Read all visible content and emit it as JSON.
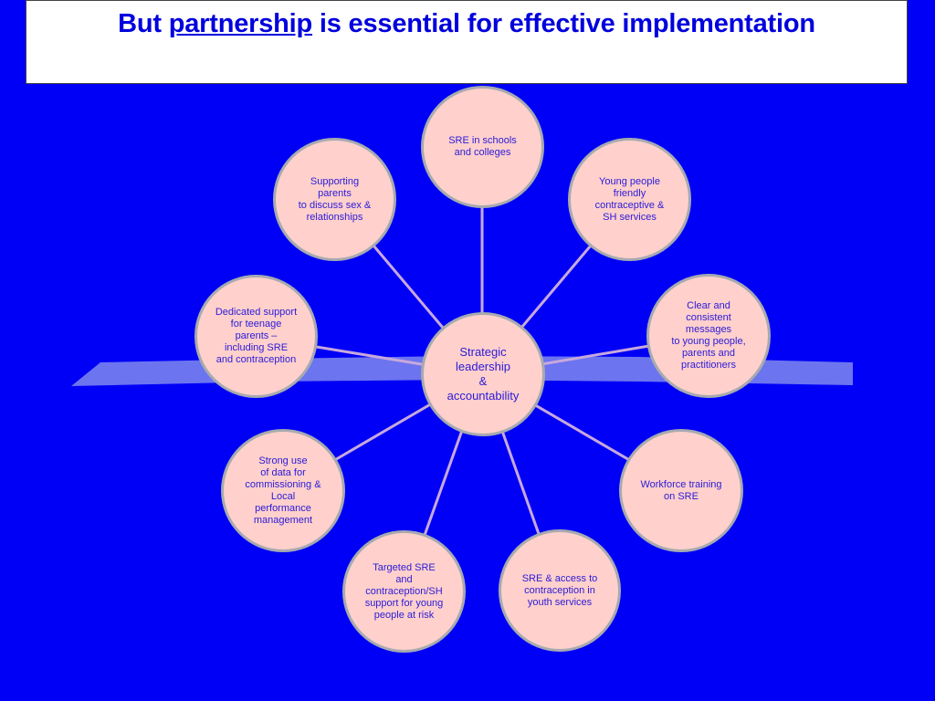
{
  "slide": {
    "title_prefix": "But ",
    "title_emphasis": "partnership",
    "title_suffix": " is essential for effective implementation"
  },
  "colors": {
    "background": "#0000f6",
    "band": "#6c74f0",
    "node_fill": "#ffd0cc",
    "node_border": "#a6aab0",
    "connector": "#c8a8dc",
    "text": "#2a1ad8",
    "title": "#0000dd"
  },
  "hub": {
    "label": "Strategic\nleadership\n&\naccountability"
  },
  "spokes": [
    {
      "id": "sre-schools",
      "label": "SRE in schools\nand colleges"
    },
    {
      "id": "young-people-services",
      "label": "Young people\nfriendly\ncontraceptive &\nSH services"
    },
    {
      "id": "clear-messages",
      "label": "Clear and\nconsistent\nmessages\nto young people,\nparents and\npractitioners"
    },
    {
      "id": "workforce-training",
      "label": "Workforce training\non SRE"
    },
    {
      "id": "youth-services",
      "label": "SRE & access to\ncontraception in\nyouth services"
    },
    {
      "id": "targeted-sre",
      "label": "Targeted SRE\nand\ncontraception/SH\nsupport for young\npeople at risk"
    },
    {
      "id": "data-commissioning",
      "label": "Strong use\nof data for\ncommissioning &\nLocal\nperformance\nmanagement"
    },
    {
      "id": "teenage-parents",
      "label": "Dedicated support\nfor teenage\nparents –\nincluding  SRE\nand contraception"
    },
    {
      "id": "supporting-parents",
      "label": "Supporting\nparents\nto discuss sex &\nrelationships"
    }
  ]
}
